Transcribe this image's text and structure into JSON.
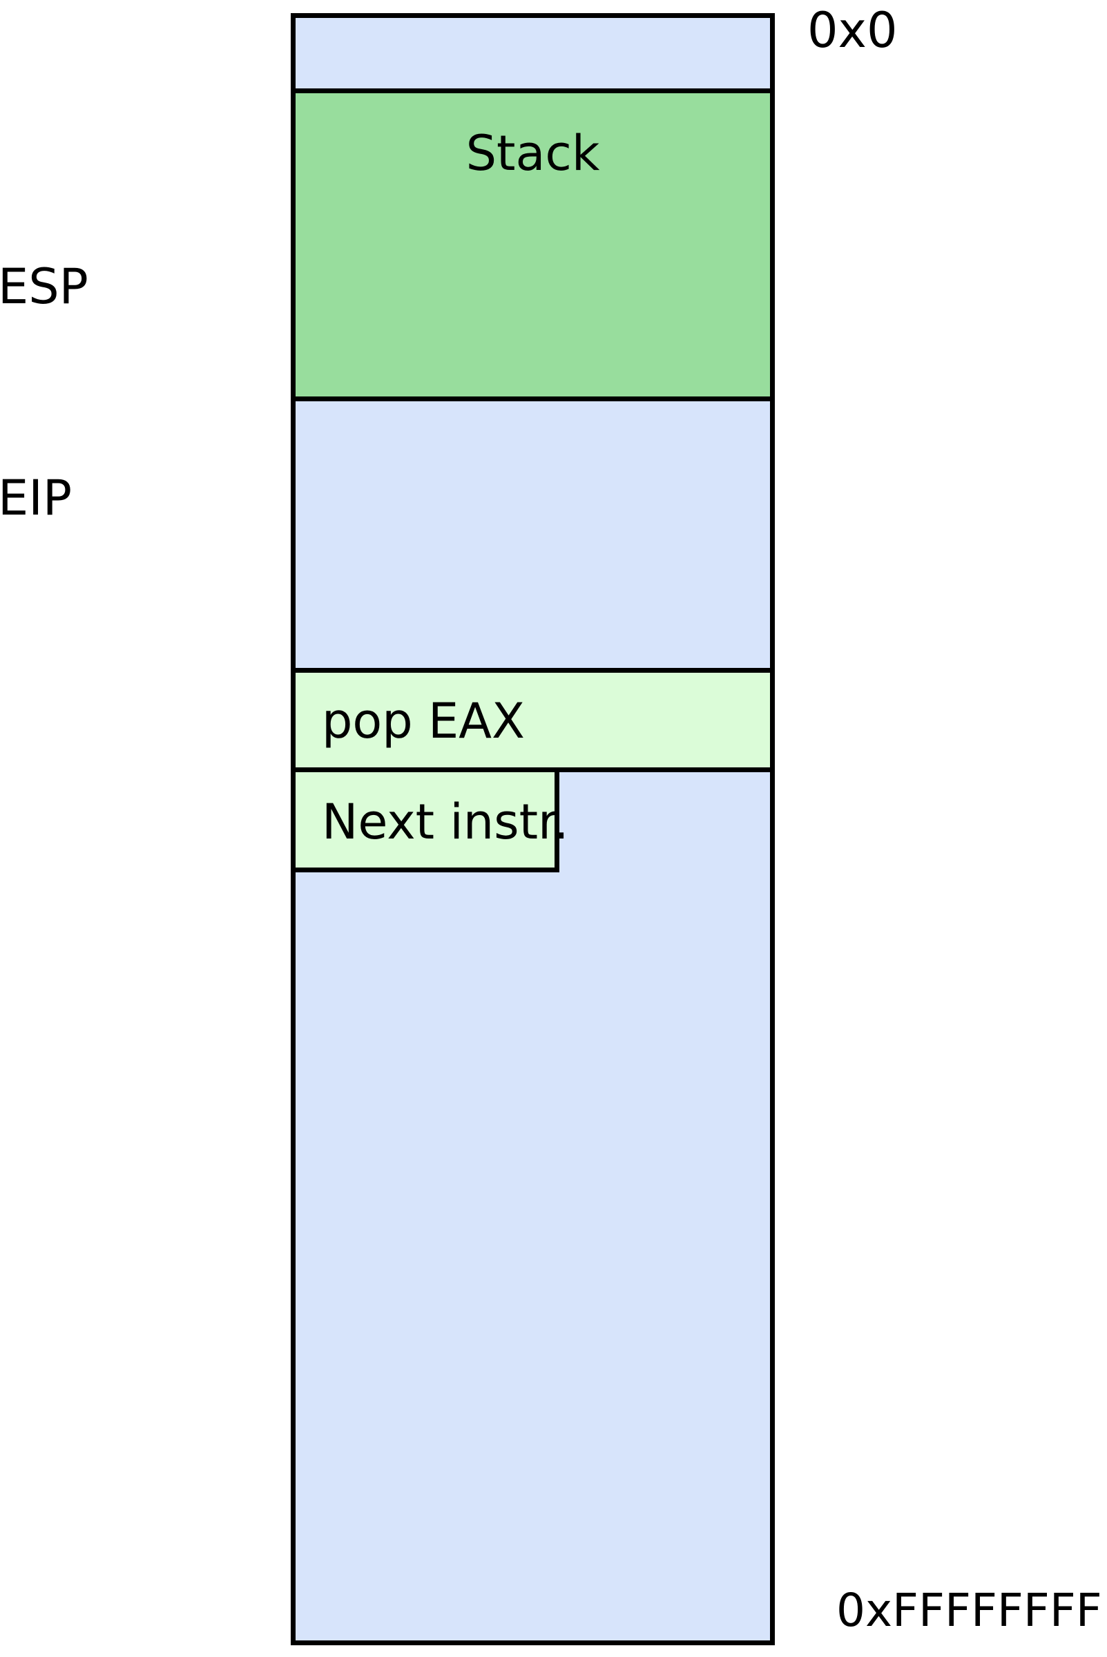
{
  "diagram": {
    "description_labels": {
      "address_top": "0x0",
      "address_bottom": "0xFFFFFFFF",
      "register_stack_pointer": "ESP",
      "register_instruction_pointer": "EIP"
    },
    "regions": {
      "stack": {
        "label": "Stack",
        "fill": "#98dd9d"
      },
      "pop_instruction": {
        "label": "pop EAX",
        "fill": "#dbfcd8"
      },
      "next_instruction": {
        "label": "Next instr.",
        "fill": "#dbfcd8"
      },
      "unused_memory_fill": "#d7e4fb"
    },
    "colors": {
      "border": "#000000",
      "background": "#ffffff",
      "memory_blue": "#d7e4fb",
      "stack_green": "#98dd9d",
      "instruction_pale_green": "#dbfcd8"
    }
  }
}
